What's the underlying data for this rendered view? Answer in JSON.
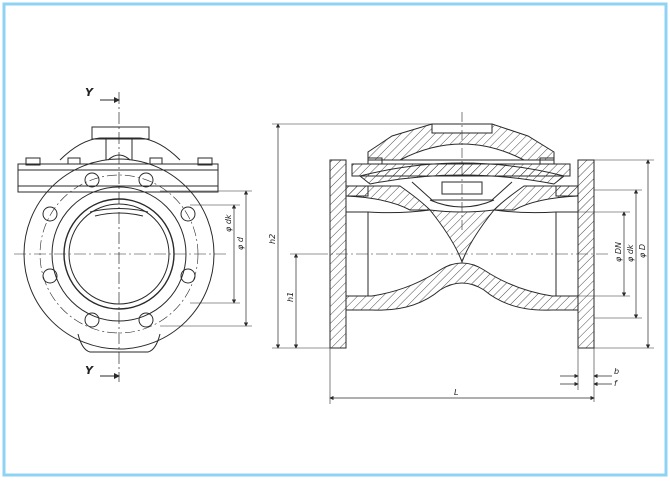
{
  "colors": {
    "frame": "#8fd3f4",
    "line": "#2a2a2a",
    "hatch": "#3a3a3a"
  },
  "section": {
    "top_label": "Y",
    "bottom_label": "Y"
  },
  "dimensions": {
    "dk_label": "φ dk",
    "d1_label": "φ d",
    "h2_label": "h2",
    "h1_label": "h1",
    "dn_label": "φ DN",
    "dk_right_label": "φ dk",
    "d_right_label": "φ D",
    "b_label": "b",
    "f_label": "f",
    "l_label": "L"
  }
}
